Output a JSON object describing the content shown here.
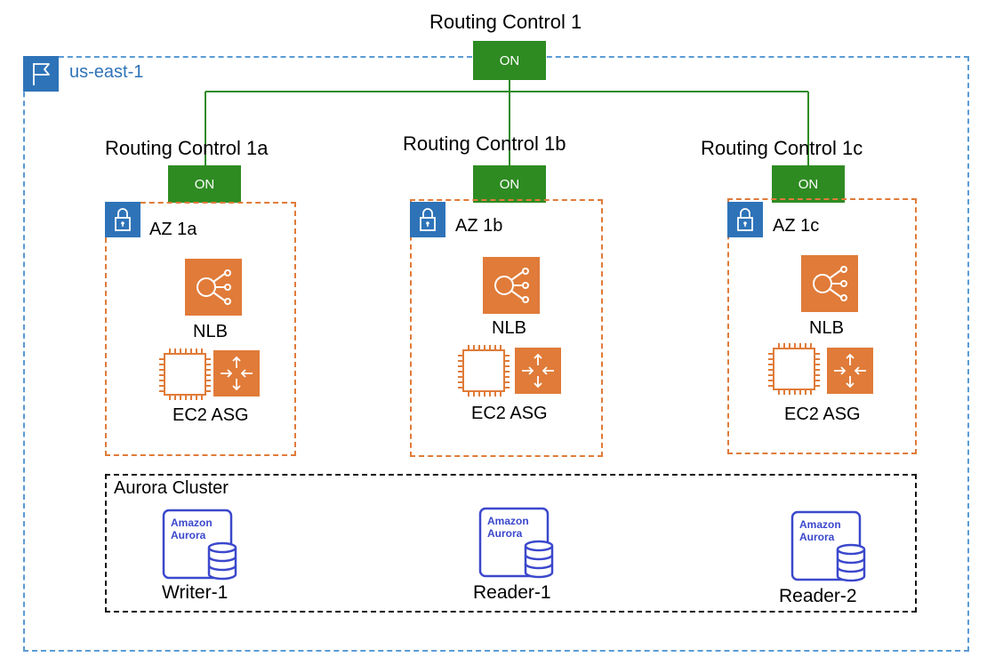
{
  "region": {
    "label": "us-east-1",
    "icon": "flag-icon"
  },
  "routing_control_main": {
    "title": "Routing Control 1",
    "state": "ON"
  },
  "azs": [
    {
      "routing_title": "Routing Control 1a",
      "routing_state": "ON",
      "label": "AZ 1a",
      "nlb_label": "NLB",
      "asg_label": "EC2 ASG"
    },
    {
      "routing_title": "Routing Control 1b",
      "routing_state": "ON",
      "label": "AZ 1b",
      "nlb_label": "NLB",
      "asg_label": "EC2 ASG"
    },
    {
      "routing_title": "Routing Control 1c",
      "routing_state": "ON",
      "label": "AZ 1c",
      "nlb_label": "NLB",
      "asg_label": "EC2 ASG"
    }
  ],
  "cluster": {
    "label": "Aurora Cluster",
    "instances": [
      {
        "name": "Writer-1",
        "icon_text_1": "Amazon",
        "icon_text_2": "Aurora"
      },
      {
        "name": "Reader-1",
        "icon_text_1": "Amazon",
        "icon_text_2": "Aurora"
      },
      {
        "name": "Reader-2",
        "icon_text_1": "Amazon",
        "icon_text_2": "Aurora"
      }
    ]
  },
  "colors": {
    "region_border": "#5a9bd5",
    "az_border": "#e07b39",
    "on_green": "#2e8b22",
    "aws_blue": "#2e73b8",
    "aurora_blue": "#3b48cc",
    "service_orange": "#e07b39"
  }
}
